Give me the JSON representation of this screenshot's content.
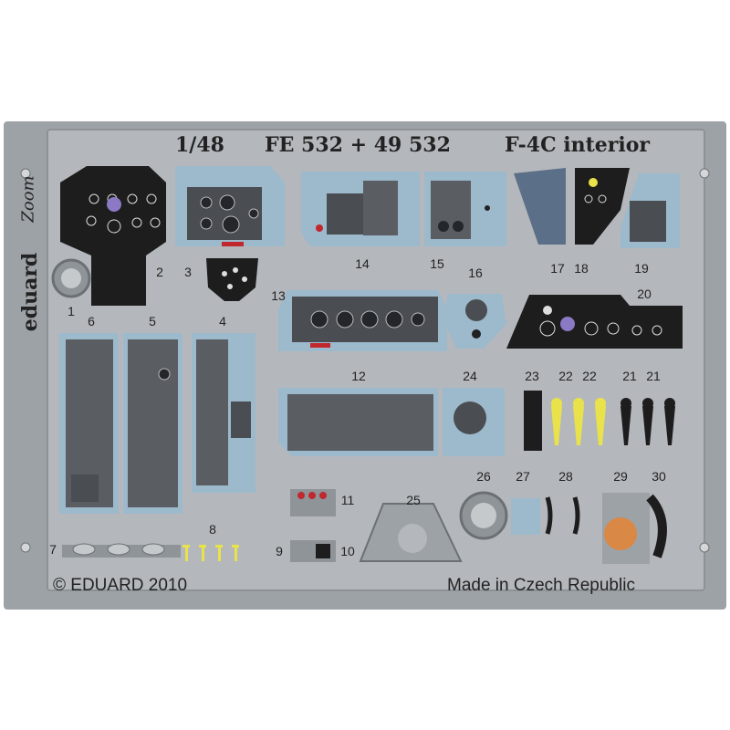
{
  "header": {
    "scale": "1/48",
    "code": "FE 532 + 49 532",
    "subject": "F-4C interior"
  },
  "brand": {
    "name": "eduard",
    "line": "Zoom"
  },
  "footer": {
    "copyright": "© EDUARD 2010",
    "origin": "Made in Czech Republic"
  },
  "part_numbers": [
    "1",
    "2",
    "3",
    "4",
    "5",
    "6",
    "7",
    "8",
    "9",
    "10",
    "11",
    "12",
    "13",
    "14",
    "15",
    "16",
    "17",
    "18",
    "19",
    "20",
    "21",
    "21",
    "22",
    "22",
    "23",
    "24",
    "25",
    "26",
    "27",
    "28",
    "29",
    "30"
  ],
  "colors": {
    "fret": "#9da2a7",
    "frame": "#b4b8bc",
    "panel_blue": "#9db9cc",
    "panel_black": "#1d1d1d",
    "gauge": "#4a4d52",
    "red": "#c0282d",
    "yellow": "#e9e24a"
  },
  "icons": [
    "mounting-hole-icon",
    "gauge-dial-icon",
    "warning-light-icon",
    "seat-handle-icon"
  ]
}
